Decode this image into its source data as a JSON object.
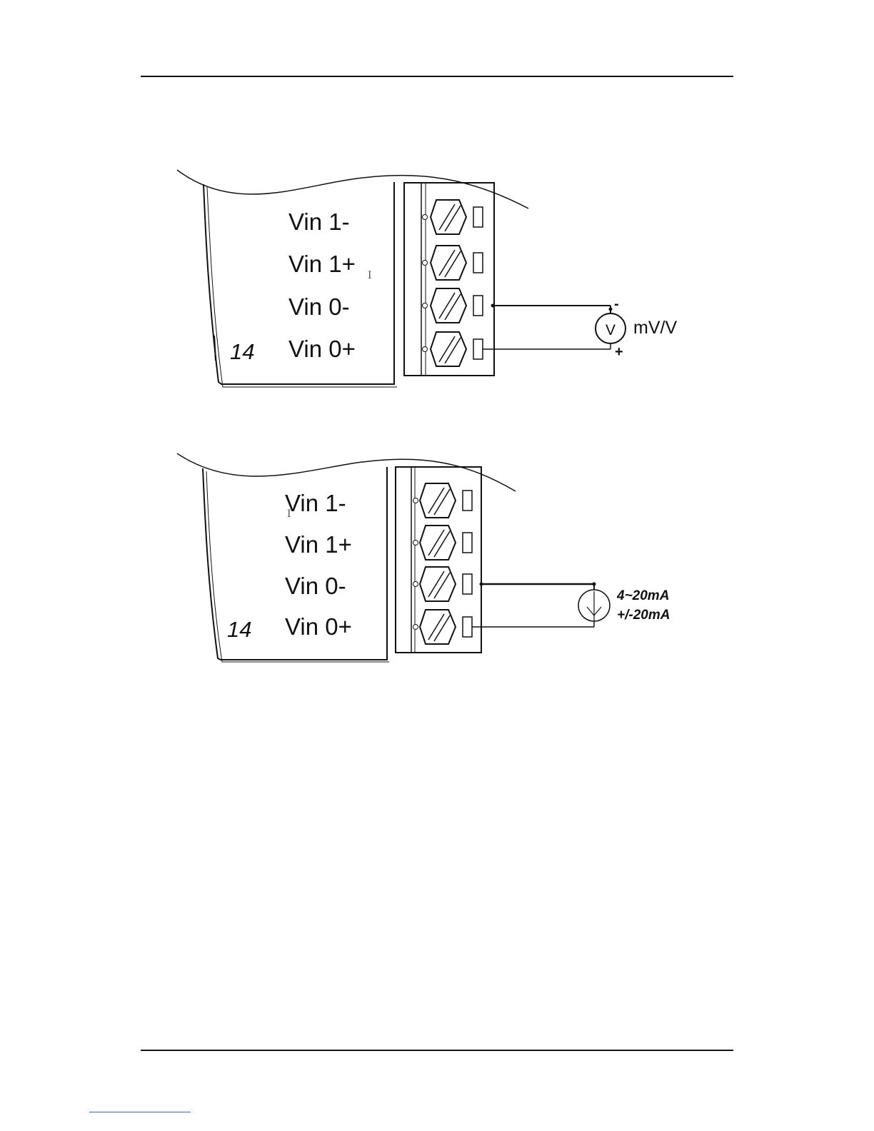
{
  "diagrams": [
    {
      "module_number": "14",
      "terminals": [
        "Vin 1-",
        "Vin 1+",
        "Vin 0-",
        "Vin 0+"
      ],
      "source": {
        "symbol": "V",
        "label": "mV/V",
        "minus_sign": "-",
        "plus_sign": "+"
      }
    },
    {
      "module_number": "14",
      "terminals": [
        "Vin 1-",
        "Vin 1+",
        "Vin 0-",
        "Vin 0+"
      ],
      "source": {
        "label_line1": "4~20mA",
        "label_line2": "+/-20mA"
      }
    }
  ],
  "colors": {
    "line": "#111111",
    "footer_link": "#3a5fcd"
  }
}
